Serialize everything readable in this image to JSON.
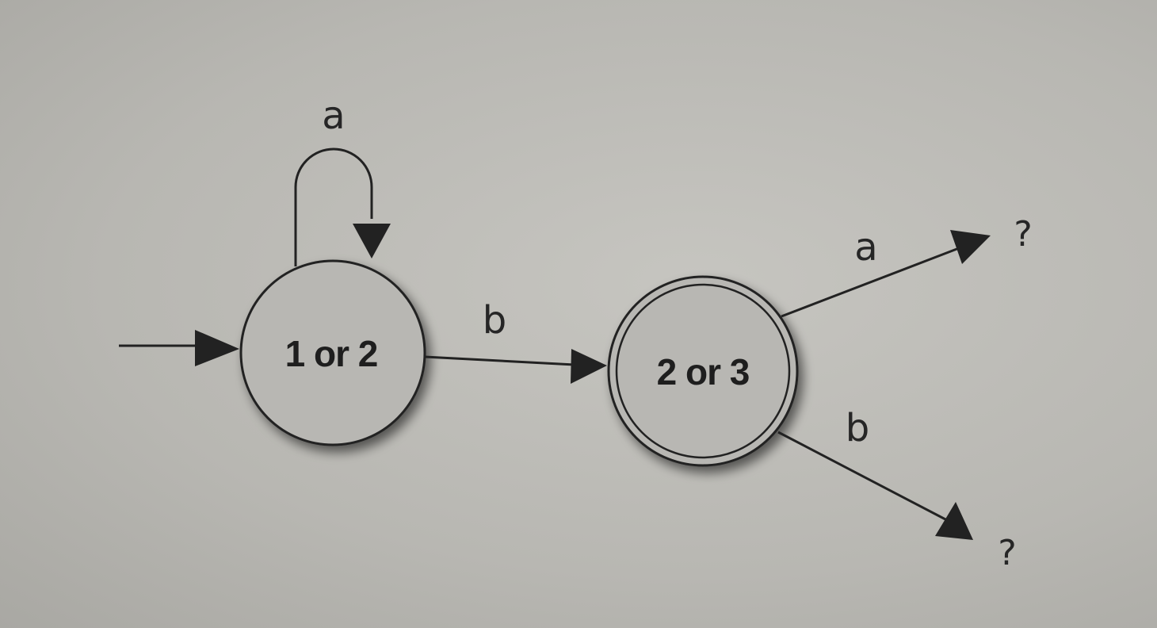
{
  "diagram": {
    "states": [
      {
        "id": "s12",
        "label": "1 or 2",
        "accepting": false,
        "initial": true
      },
      {
        "id": "s23",
        "label": "2 or 3",
        "accepting": true,
        "initial": false
      }
    ],
    "transitions": [
      {
        "from": "s12",
        "to": "s12",
        "label": "a"
      },
      {
        "from": "s12",
        "to": "s23",
        "label": "b"
      },
      {
        "from": "s23",
        "to": "unknown-a",
        "label": "a"
      },
      {
        "from": "s23",
        "to": "unknown-b",
        "label": "b"
      }
    ],
    "unknown_targets": [
      {
        "id": "unknown-a",
        "label": "?"
      },
      {
        "id": "unknown-b",
        "label": "?"
      }
    ]
  }
}
